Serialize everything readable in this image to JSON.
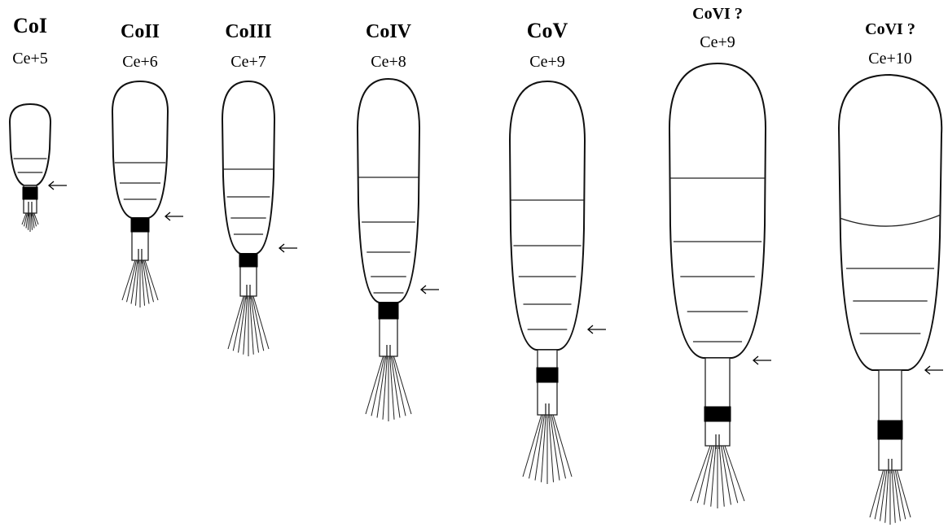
{
  "figure": {
    "stages": [
      {
        "title": "CoI",
        "subtitle": "Ce+5",
        "segments": 2
      },
      {
        "title": "CoII",
        "subtitle": "Ce+6",
        "segments": 3
      },
      {
        "title": "CoIII",
        "subtitle": "Ce+7",
        "segments": 4
      },
      {
        "title": "CoIV",
        "subtitle": "Ce+8",
        "segments": 5
      },
      {
        "title": "CoV",
        "subtitle": "Ce+9",
        "segments": 5
      },
      {
        "title": "CoVI ?",
        "subtitle": "Ce+9",
        "segments": 5
      },
      {
        "title": "CoVI ?",
        "subtitle": "Ce+10",
        "segments": 4
      }
    ],
    "arrow_glyph": "←"
  }
}
